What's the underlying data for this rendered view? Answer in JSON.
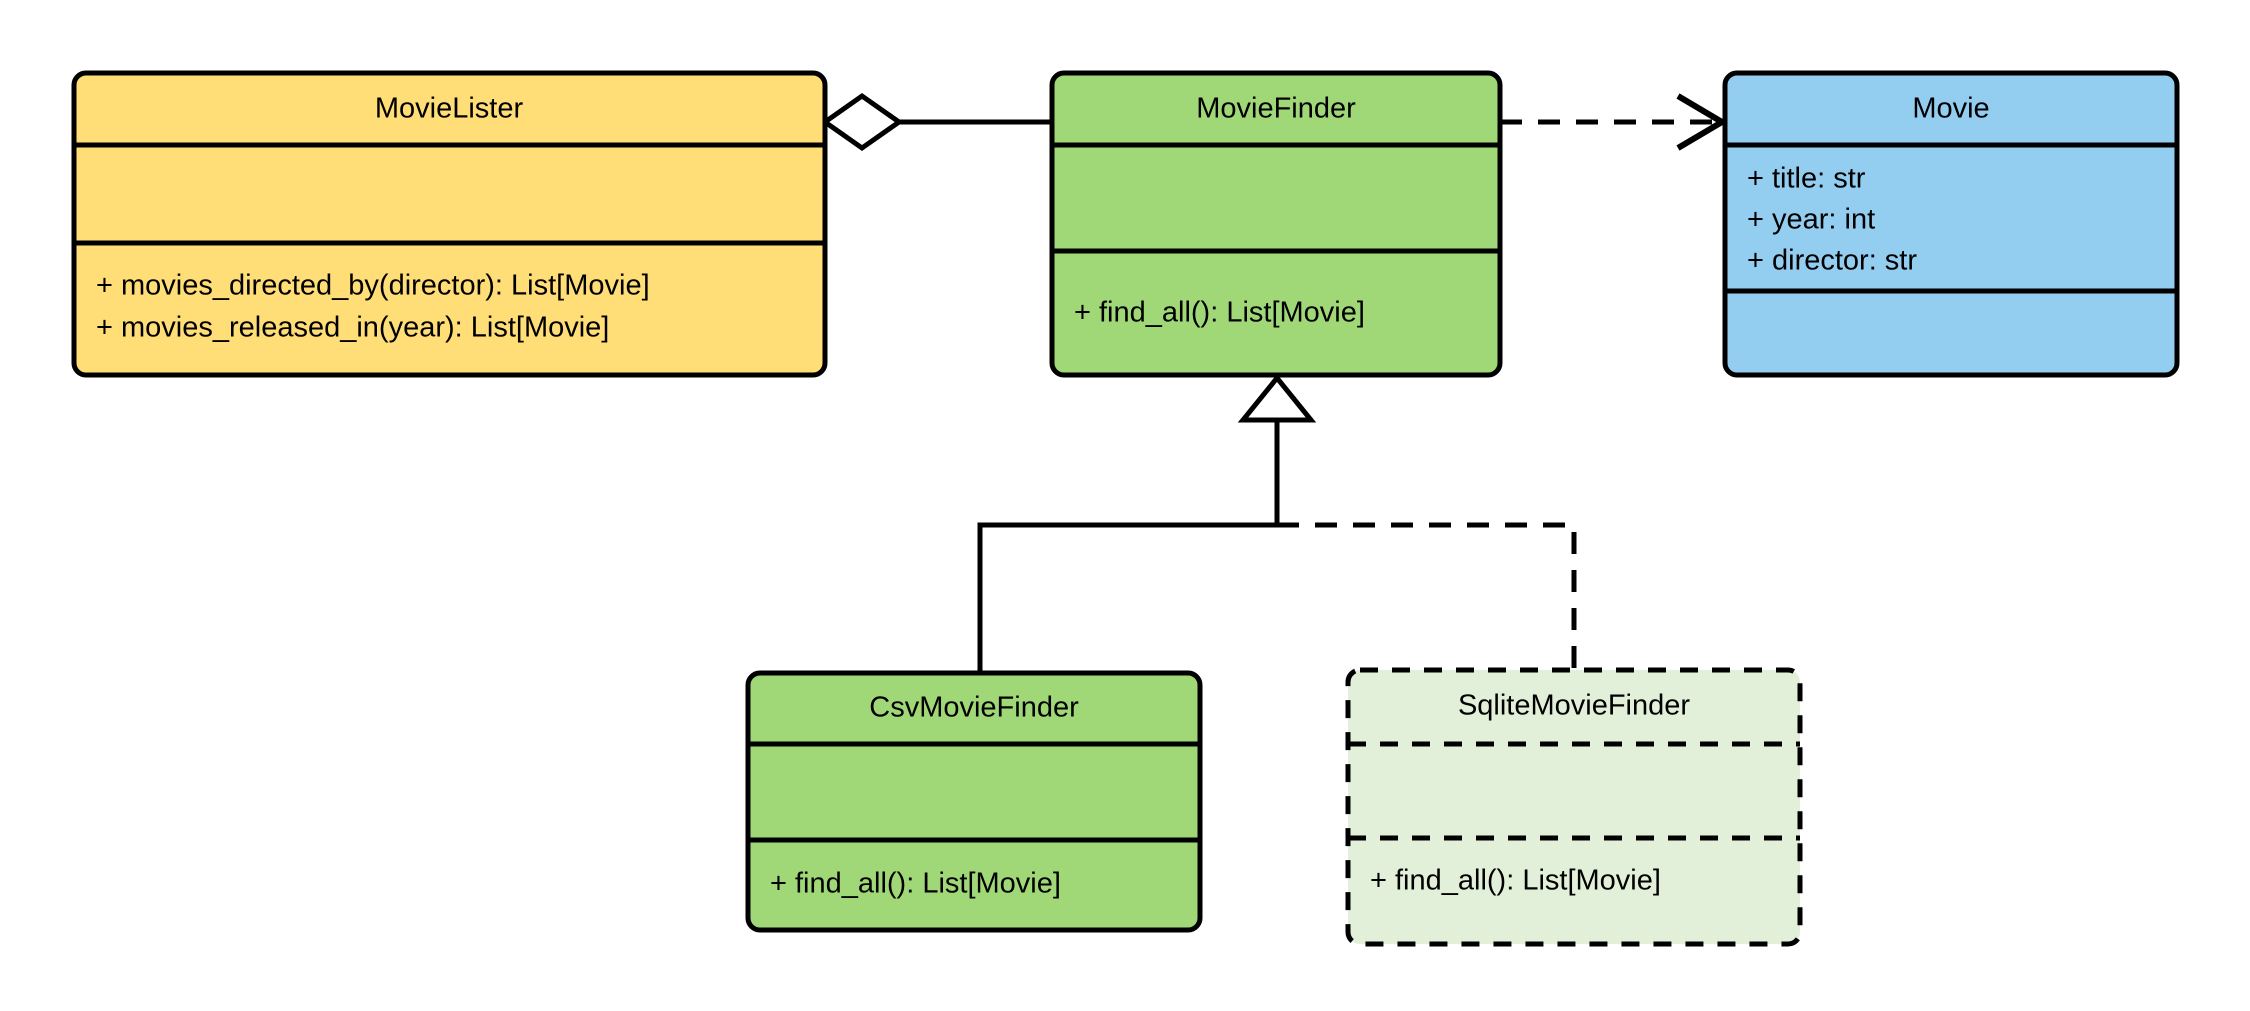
{
  "diagram": {
    "kind": "uml-class-diagram",
    "background_color": "#ffffff",
    "line_color": "#000000"
  },
  "classes": {
    "movie_lister": {
      "name": "MovieLister",
      "fill_color": "#ffdd77",
      "border_style": "solid",
      "attributes": [],
      "methods": [
        "+ movies_directed_by(director): List[Movie]",
        "+ movies_released_in(year): List[Movie]"
      ]
    },
    "movie_finder": {
      "name": "MovieFinder",
      "fill_color": "#a0d878",
      "border_style": "solid",
      "attributes": [],
      "methods": [
        "+ find_all(): List[Movie]"
      ]
    },
    "movie": {
      "name": "Movie",
      "fill_color": "#93cdf0",
      "border_style": "solid",
      "attributes": [
        "+ title: str",
        "+ year: int",
        "+ director: str"
      ],
      "methods": []
    },
    "csv_movie_finder": {
      "name": "CsvMovieFinder",
      "fill_color": "#a0d878",
      "border_style": "solid",
      "attributes": [],
      "methods": [
        "+ find_all(): List[Movie]"
      ]
    },
    "sqlite_movie_finder": {
      "name": "SqliteMovieFinder",
      "fill_color": "#e2f0d9",
      "border_style": "dashed",
      "attributes": [],
      "methods": [
        "+ find_all(): List[Movie]"
      ]
    }
  },
  "relationships": [
    {
      "id": "aggregation-lister-finder",
      "type": "aggregation",
      "line_style": "solid",
      "marker": "hollow-diamond",
      "source": "MovieLister",
      "target": "MovieFinder"
    },
    {
      "id": "dependency-finder-movie",
      "type": "dependency",
      "line_style": "dashed",
      "marker": "open-arrow",
      "source": "MovieFinder",
      "target": "Movie"
    },
    {
      "id": "generalization-csv-finder",
      "type": "generalization",
      "line_style": "solid",
      "marker": "hollow-triangle",
      "source": "CsvMovieFinder",
      "target": "MovieFinder"
    },
    {
      "id": "generalization-sqlite-finder",
      "type": "generalization",
      "line_style": "dashed",
      "marker": "hollow-triangle",
      "source": "SqliteMovieFinder",
      "target": "MovieFinder"
    }
  ]
}
